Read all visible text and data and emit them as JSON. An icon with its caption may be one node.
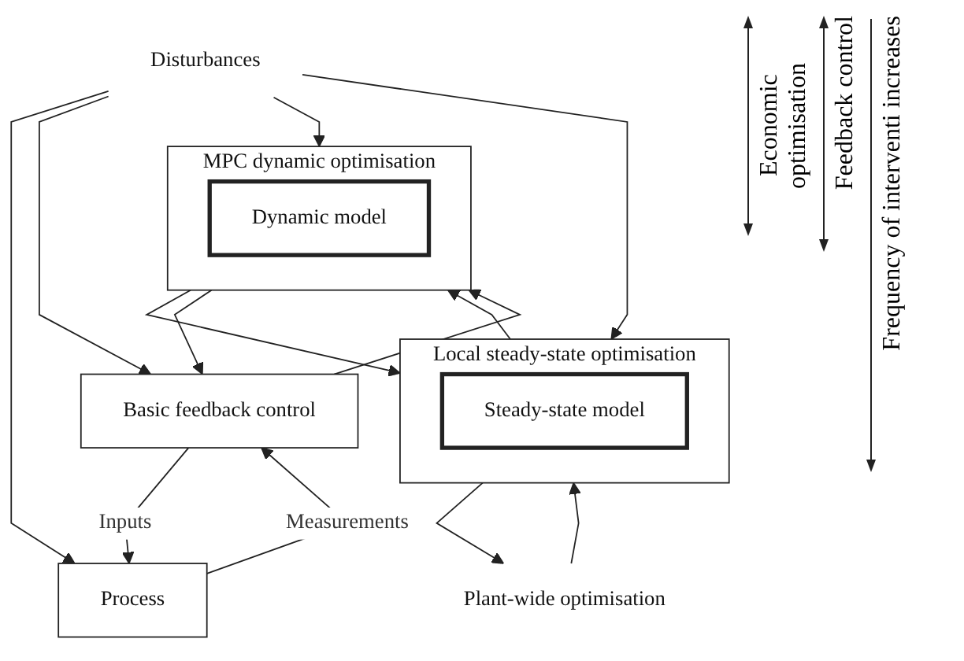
{
  "diagram": {
    "nodes": [
      {
        "text": [
          "Plant-wide optimisation"
        ]
      },
      {
        "text": [
          "Local steady-state optimisation"
        ]
      },
      {
        "text": [
          "Steady-state model"
        ],
        "in": 1
      },
      {
        "text": [
          "MPC dynamic optimisation"
        ]
      },
      {
        "text": [
          "Dynamic model"
        ],
        "in": 3
      },
      {
        "text": [
          "Basic feedback control"
        ]
      },
      {
        "text": [
          "Process"
        ]
      },
      {
        "text": [
          "Disturbances"
        ]
      }
    ],
    "edges": [
      {
        "from": 0,
        "to": 1,
        "arrow": "to"
      },
      {
        "from": 1,
        "to": 0,
        "arrow": "to"
      },
      {
        "from": 1,
        "to": 3,
        "arrow": "to"
      },
      {
        "from": 3,
        "to": 1,
        "arrow": "to"
      },
      {
        "from": 3,
        "to": 5,
        "arrow": "to"
      },
      {
        "from": 5,
        "to": 3,
        "arrow": "to"
      },
      {
        "from": 5,
        "to": 6,
        "label": "Inputs",
        "arrow": "to"
      },
      {
        "from": 6,
        "to": 5,
        "label": "Measurements",
        "arrow": "to"
      },
      {
        "from": 7,
        "to": 6,
        "arrow": "to"
      },
      {
        "from": 7,
        "to": 5,
        "arrow": "to"
      },
      {
        "from": 7,
        "to": 3,
        "arrow": "to"
      },
      {
        "from": 7,
        "to": 1,
        "arrow": "to"
      }
    ],
    "labels": [
      "Economic optimisation",
      "Feedback control",
      "Frequency of interventi increases"
    ]
  }
}
